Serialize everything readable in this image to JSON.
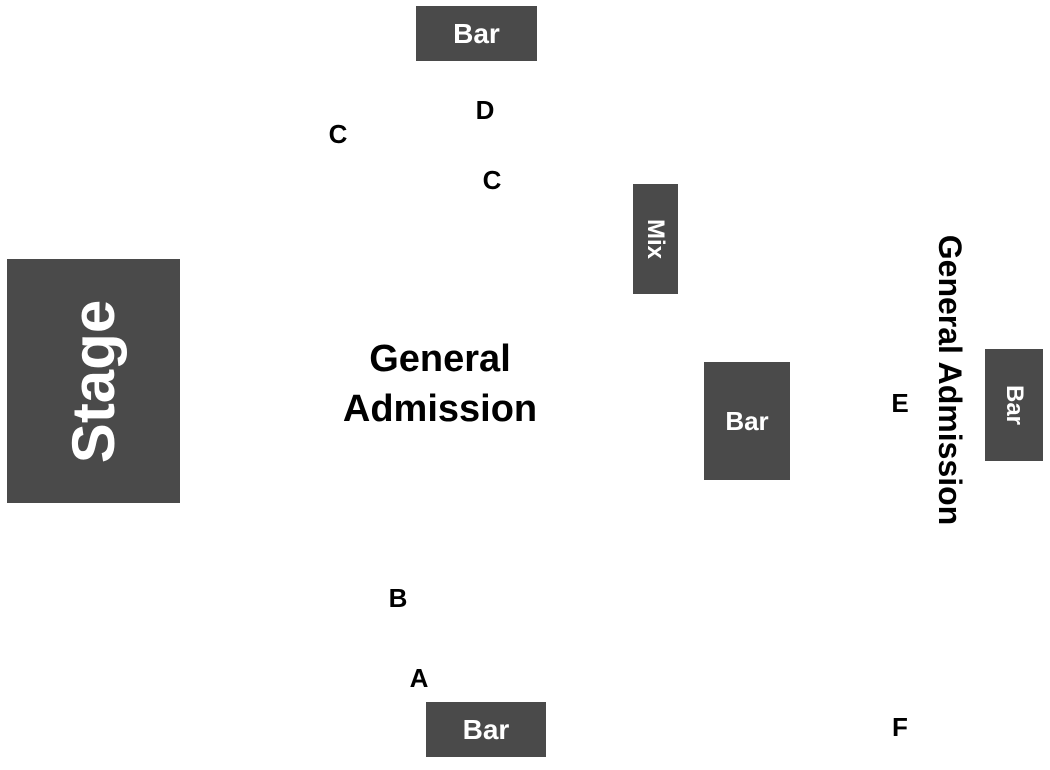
{
  "colors": {
    "block_fill": "#4a4a4a",
    "block_text": "#ffffff",
    "label_text": "#000000",
    "background": "#ffffff"
  },
  "stage": {
    "label": "Stage"
  },
  "mix": {
    "label": "Mix"
  },
  "bars": {
    "top": "Bar",
    "center": "Bar",
    "right": "Bar",
    "bottom": "Bar"
  },
  "general_admission": {
    "main_line1": "General",
    "main_line2": "Admission",
    "side": "General Admission"
  },
  "sections": {
    "a": "A",
    "b": "B",
    "c_left": "C",
    "c_right": "C",
    "d": "D",
    "e": "E",
    "f": "F"
  }
}
